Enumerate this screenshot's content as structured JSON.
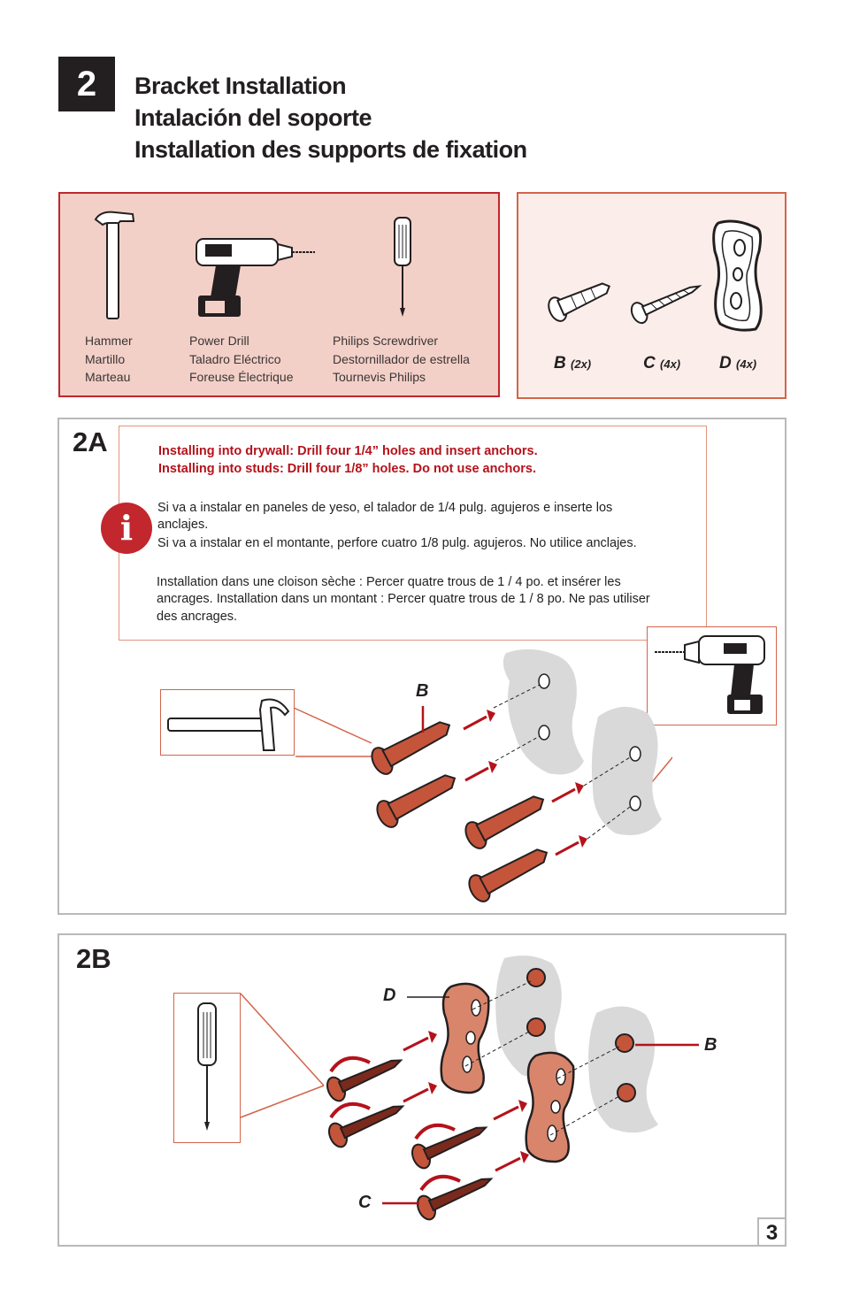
{
  "header": {
    "step_number": "2",
    "title_en": "Bracket Installation",
    "title_es": "Intalación del soporte",
    "title_fr": "Installation des supports de fixation"
  },
  "tools": [
    {
      "en": "Hammer",
      "es": "Martillo",
      "fr": "Marteau"
    },
    {
      "en": "Power Drill",
      "es": "Taladro Eléctrico",
      "fr": "Foreuse Électrique"
    },
    {
      "en": "Philips Screwdriver",
      "es": "Destornillador de estrella",
      "fr": "Tournevis Philips"
    }
  ],
  "parts": [
    {
      "letter": "B",
      "qty": "(2x)"
    },
    {
      "letter": "C",
      "qty": "(4x)"
    },
    {
      "letter": "D",
      "qty": "(4x)"
    }
  ],
  "section_2a": {
    "label": "2A",
    "warning_line1": "Installing  into drywall:  Drill four 1/4” holes and insert anchors.",
    "warning_line2": "Installing into studs:  Drill four 1/8” holes. Do not use anchors.",
    "es_line1": "Si va a instalar en paneles de yeso, el talador de 1/4  pulg. agujeros e inserte los",
    "es_line2": "anclajes.",
    "es_line3": "Si va a instalar en el montante, perfore cuatro 1/8 pulg. agujeros. No utilice anclajes.",
    "fr_line1": "Installation dans une cloison sèche :  Percer quatre trous de 1 / 4 po. et insérer les",
    "fr_line2": "ancrages. Installation dans un montant :  Percer quatre trous de 1 / 8 po. Ne pas utiliser",
    "fr_line3": "des ancrages.",
    "icon": "info-icon",
    "callout_b": "B"
  },
  "section_2b": {
    "label": "2B",
    "callout_d": "D",
    "callout_b": "B",
    "callout_c": "C"
  },
  "page_number": "3",
  "colors": {
    "accent_red": "#c1272d",
    "tools_bg": "#f3d0c7",
    "parts_bg": "#fbeeea",
    "anchor": "#c4553a",
    "bracket": "#d9856b",
    "wall": "#d9d9d9"
  }
}
